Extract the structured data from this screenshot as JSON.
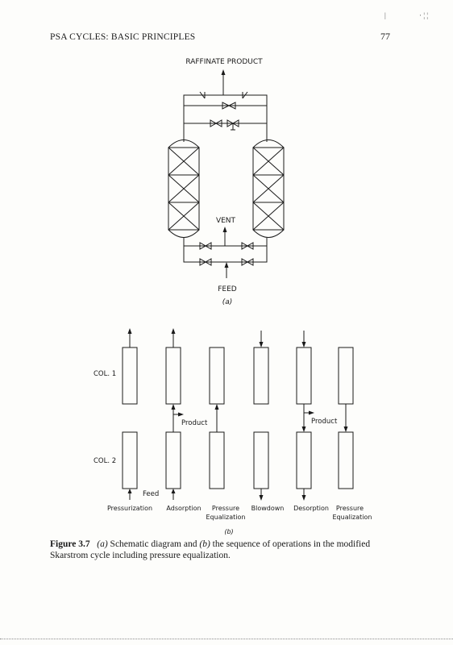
{
  "page": {
    "running_head": "PSA CYCLES: BASIC PRINCIPLES",
    "page_number": "77"
  },
  "figure_a": {
    "raffinate_label": "RAFFINATE PRODUCT",
    "vent_label": "VENT",
    "feed_label": "FEED",
    "sublabel": "(a)"
  },
  "figure_b": {
    "col1_label": "COL. 1",
    "col2_label": "COL. 2",
    "product_label_adsorption": "Product",
    "product_label_desorption": "Product",
    "feed_label": "Feed",
    "steps": [
      {
        "line1": "Pressurization",
        "line2": ""
      },
      {
        "line1": "Adsorption",
        "line2": ""
      },
      {
        "line1": "Pressure",
        "line2": "Equalization"
      },
      {
        "line1": "Blowdown",
        "line2": ""
      },
      {
        "line1": "Desorption",
        "line2": ""
      },
      {
        "line1": "Pressure",
        "line2": "Equalization"
      }
    ],
    "sublabel": "(b)"
  },
  "caption": {
    "label": "Figure 3.7",
    "part_a": "(a)",
    "text_a": "Schematic diagram and",
    "part_b": "(b)",
    "text_b": "the sequence of operations in the modified Skarstrom cycle including pressure equalization."
  }
}
